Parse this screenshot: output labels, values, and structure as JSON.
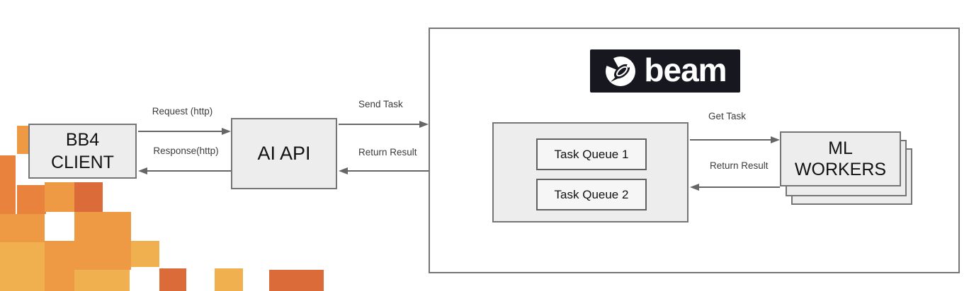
{
  "palette": {
    "orange_medium": "#EE9A44",
    "orange_dark": "#DC6B3A",
    "orange_deep": "#E8823D",
    "yellow": "#F1B04F",
    "logo_bg": "#17171F",
    "box_fill": "#EDEDED",
    "inner_box_fill": "#F6F6F6",
    "border_gray": "#757575",
    "arrow_gray": "#666666",
    "label_gray": "#3C3C3C"
  },
  "nodes": {
    "client": {
      "line1": "BB4",
      "line2": "CLIENT"
    },
    "api": {
      "label": "AI API"
    },
    "workers": {
      "line1": "ML",
      "line2": "WORKERS"
    },
    "queues": [
      {
        "label": "Task Queue 1"
      },
      {
        "label": "Task Queue 2"
      }
    ],
    "logo": {
      "text": "beam"
    }
  },
  "edges": {
    "request": {
      "label": "Request (http)"
    },
    "response": {
      "label": "Response(http)"
    },
    "send_task": {
      "line1": "Send",
      "line2": "Task"
    },
    "return_result_api": {
      "line1": "Return",
      "line2": "Result"
    },
    "get_task": {
      "line1": "Get",
      "line2": "Task"
    },
    "return_result_queue": {
      "line1": "Return",
      "line2": "Result"
    }
  }
}
